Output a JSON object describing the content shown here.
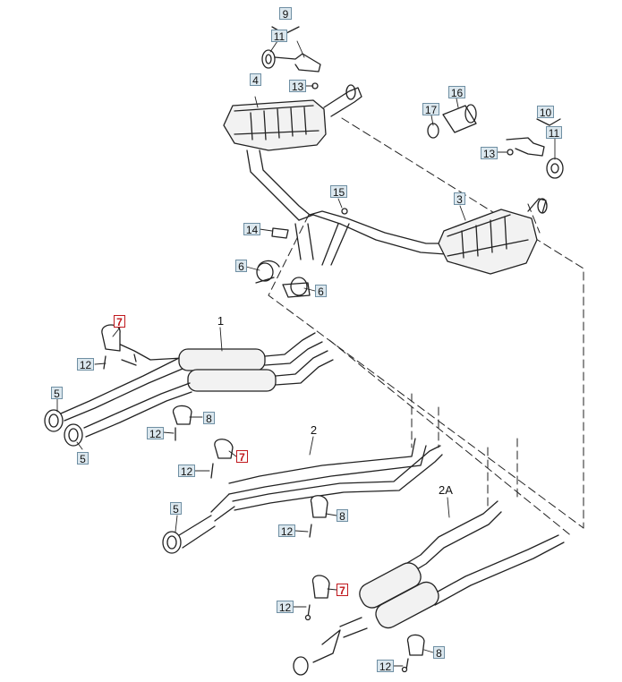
{
  "diagram": {
    "callouts": {
      "c9": "9",
      "c11a": "11",
      "c13a": "13",
      "c4": "4",
      "c17": "17",
      "c16": "16",
      "c10": "10",
      "c11b": "11",
      "c13b": "13",
      "c15": "15",
      "c3": "3",
      "c14": "14",
      "c6a": "6",
      "c6b": "6",
      "c7a": "7",
      "c1": "1",
      "c12a": "12",
      "c5a": "5",
      "c8a": "8",
      "c12b": "12",
      "c5b": "5",
      "c2": "2",
      "c7b": "7",
      "c12c": "12",
      "c5c": "5",
      "c8b": "8",
      "c12d": "12",
      "c2A": "2A",
      "c7c": "7",
      "c12e": "12",
      "c12f": "12",
      "c8c": "8"
    },
    "colors": {
      "line": "#222222",
      "label_fill": "#dbe7ee",
      "label_border": "#6f8fa3",
      "highlight": "#c0181d",
      "muffler_fill": "#f2f2f2"
    }
  }
}
